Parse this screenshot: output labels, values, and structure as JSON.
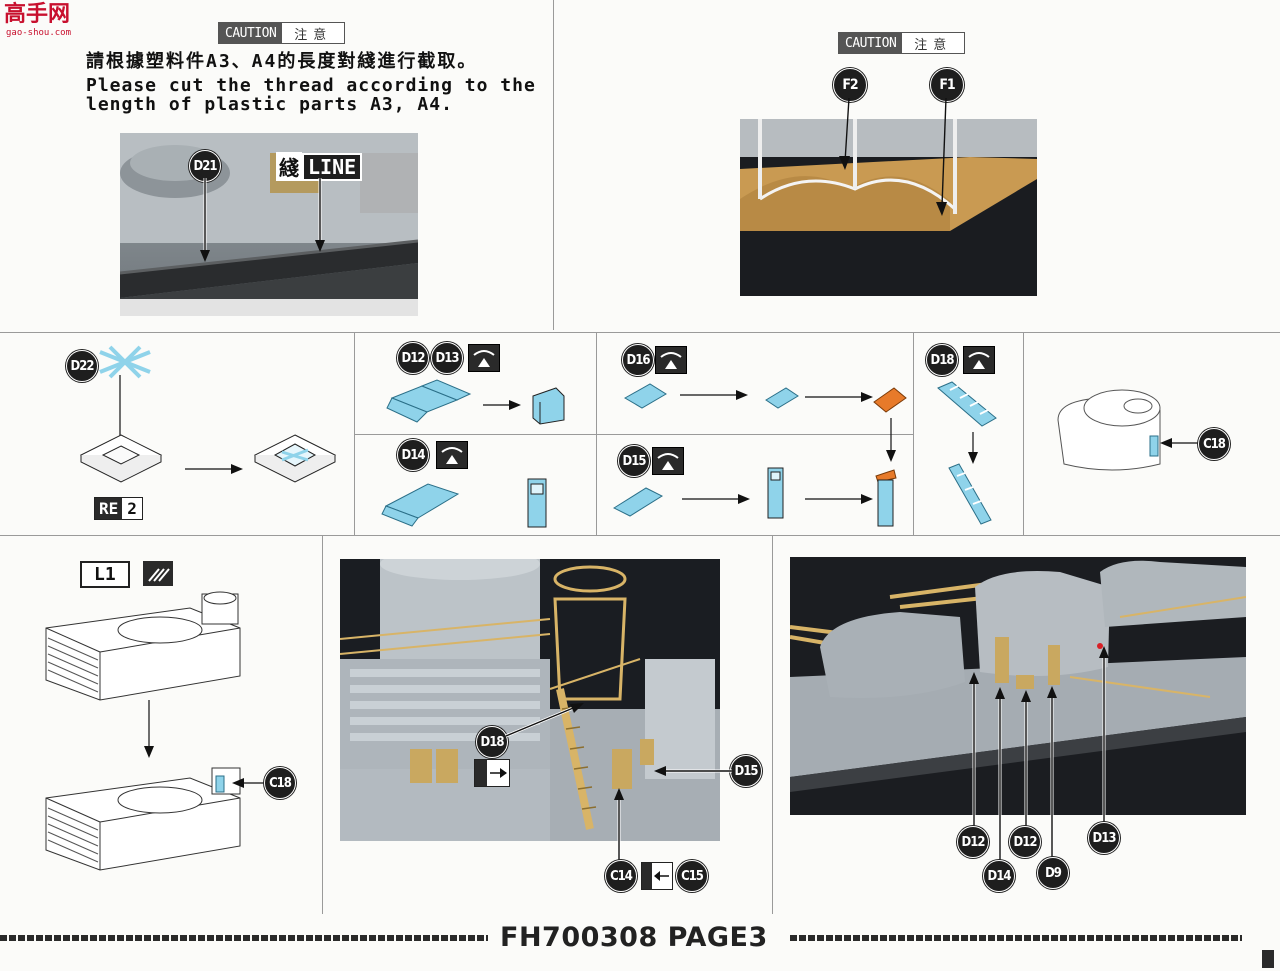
{
  "watermark": {
    "logo": "高手网",
    "site": "gao-shou.com"
  },
  "top_left": {
    "caution_en": "CAUTION",
    "caution_zh": "注意",
    "line1": "請根據塑料件A3、A4的長度對綫進行截取。",
    "line2": "Please cut the thread according to the",
    "line3": "length of plastic parts A3, A4.",
    "callout_d21": "D21",
    "line_zh": "綫",
    "line_en": "LINE"
  },
  "top_right": {
    "caution_en": "CAUTION",
    "caution_zh": "注意",
    "callout_f2": "F2",
    "callout_f1": "F1"
  },
  "middle": {
    "d22": "D22",
    "re_label": "RE",
    "re_count": "2",
    "d12": "D12",
    "d13": "D13",
    "d14": "D14",
    "d16": "D16",
    "d15": "D15",
    "d18": "D18",
    "c18": "C18"
  },
  "bottom": {
    "l1_label": "L1",
    "c18": "C18",
    "d18": "D18",
    "d15": "D15",
    "c14": "C14",
    "c15": "C15",
    "d13": "D13",
    "d12a": "D12",
    "d14": "D14",
    "d12b": "D12",
    "d9": "D9"
  },
  "footer": {
    "code": "FH700308 PAGE3"
  },
  "colors": {
    "part_blue": "#8fd3ea",
    "part_orange": "#e77a2a",
    "callout": "#1e1e1e",
    "photo_hull": "#c2c9ce",
    "brass": "#d8b467"
  }
}
